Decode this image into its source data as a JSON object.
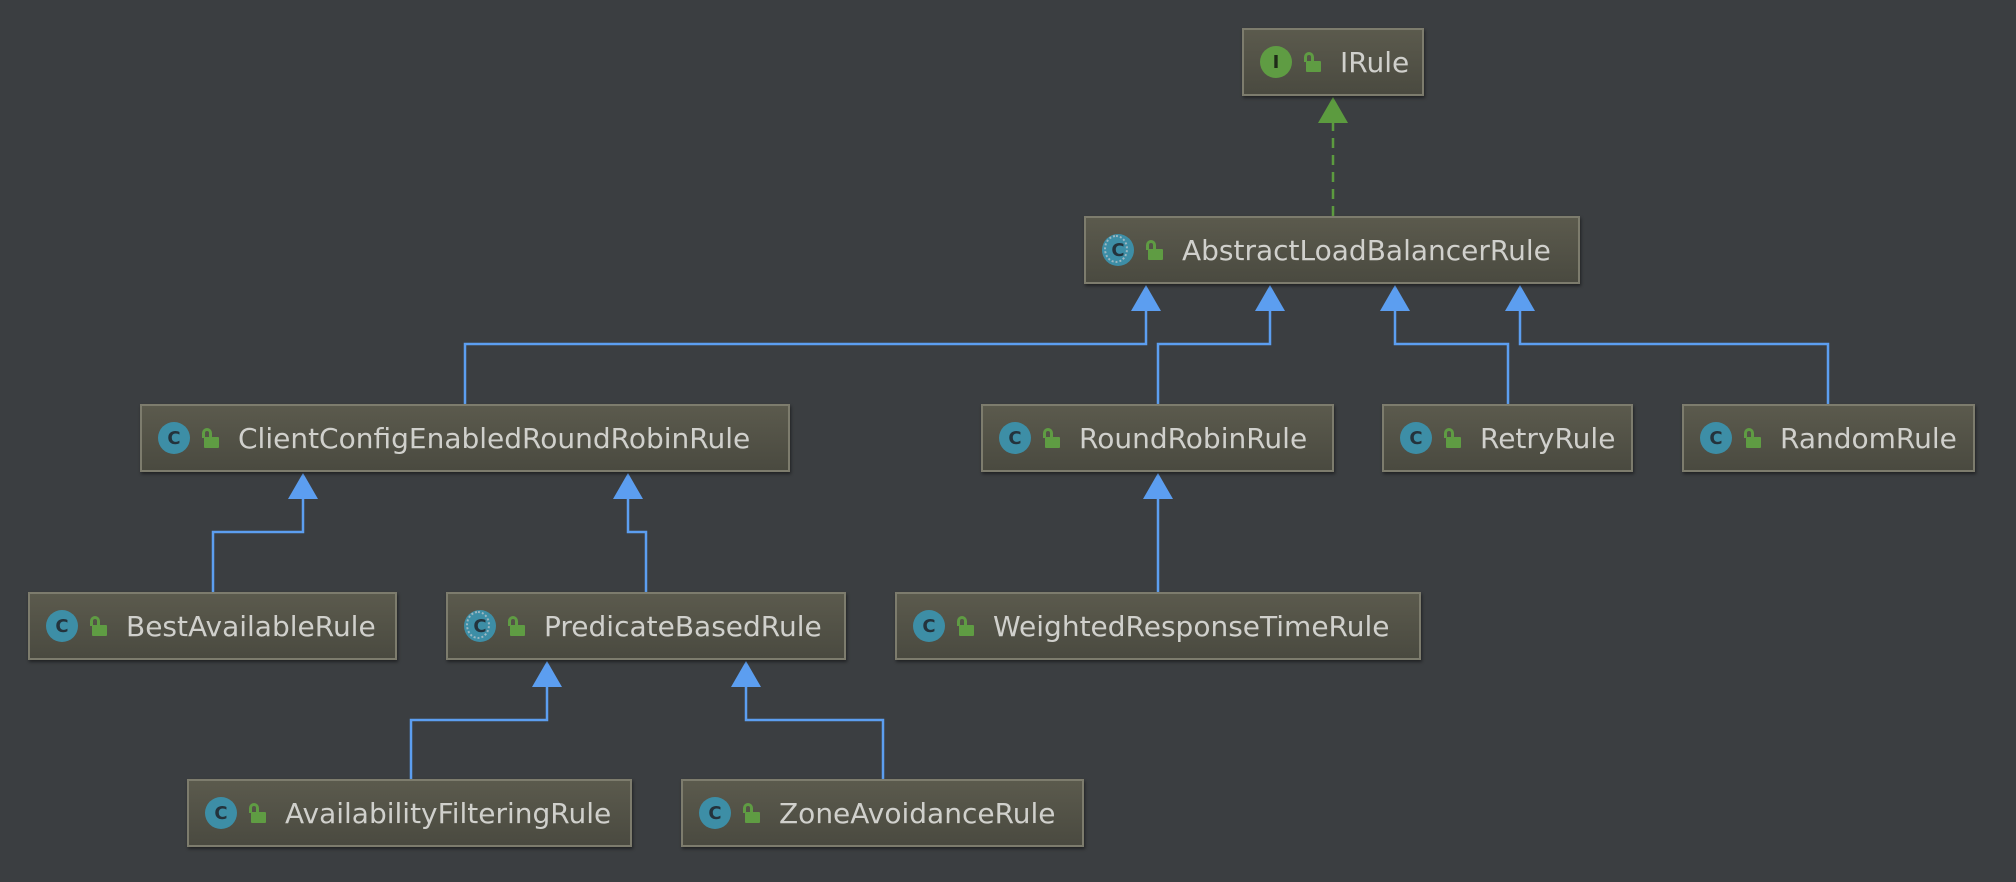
{
  "colors": {
    "background": "#3b3e41",
    "node_fill": "#55554a",
    "node_border": "#7d7c6d",
    "extends_edge": "#5c9ef0",
    "implements_edge": "#5c9b3f",
    "class_badge": "#3d8ea6",
    "interface_badge": "#5f9c43"
  },
  "nodes": [
    {
      "id": "IRule",
      "label": "IRule",
      "kind": "interface",
      "badge": "I"
    },
    {
      "id": "AbstractLoadBalancerRule",
      "label": "AbstractLoadBalancerRule",
      "kind": "abstract-class",
      "badge": "C"
    },
    {
      "id": "ClientConfigEnabledRoundRobinRule",
      "label": "ClientConfigEnabledRoundRobinRule",
      "kind": "class",
      "badge": "C"
    },
    {
      "id": "RoundRobinRule",
      "label": "RoundRobinRule",
      "kind": "class",
      "badge": "C"
    },
    {
      "id": "RetryRule",
      "label": "RetryRule",
      "kind": "class",
      "badge": "C"
    },
    {
      "id": "RandomRule",
      "label": "RandomRule",
      "kind": "class",
      "badge": "C"
    },
    {
      "id": "BestAvailableRule",
      "label": "BestAvailableRule",
      "kind": "class",
      "badge": "C"
    },
    {
      "id": "PredicateBasedRule",
      "label": "PredicateBasedRule",
      "kind": "abstract-class",
      "badge": "C"
    },
    {
      "id": "WeightedResponseTimeRule",
      "label": "WeightedResponseTimeRule",
      "kind": "class",
      "badge": "C"
    },
    {
      "id": "AvailabilityFilteringRule",
      "label": "AvailabilityFilteringRule",
      "kind": "class",
      "badge": "C"
    },
    {
      "id": "ZoneAvoidanceRule",
      "label": "ZoneAvoidanceRule",
      "kind": "class",
      "badge": "C"
    }
  ],
  "edges": [
    {
      "from": "AbstractLoadBalancerRule",
      "to": "IRule",
      "type": "implements"
    },
    {
      "from": "ClientConfigEnabledRoundRobinRule",
      "to": "AbstractLoadBalancerRule",
      "type": "extends"
    },
    {
      "from": "RoundRobinRule",
      "to": "AbstractLoadBalancerRule",
      "type": "extends"
    },
    {
      "from": "RetryRule",
      "to": "AbstractLoadBalancerRule",
      "type": "extends"
    },
    {
      "from": "RandomRule",
      "to": "AbstractLoadBalancerRule",
      "type": "extends"
    },
    {
      "from": "BestAvailableRule",
      "to": "ClientConfigEnabledRoundRobinRule",
      "type": "extends"
    },
    {
      "from": "PredicateBasedRule",
      "to": "ClientConfigEnabledRoundRobinRule",
      "type": "extends"
    },
    {
      "from": "WeightedResponseTimeRule",
      "to": "RoundRobinRule",
      "type": "extends"
    },
    {
      "from": "AvailabilityFilteringRule",
      "to": "PredicateBasedRule",
      "type": "extends"
    },
    {
      "from": "ZoneAvoidanceRule",
      "to": "PredicateBasedRule",
      "type": "extends"
    }
  ]
}
